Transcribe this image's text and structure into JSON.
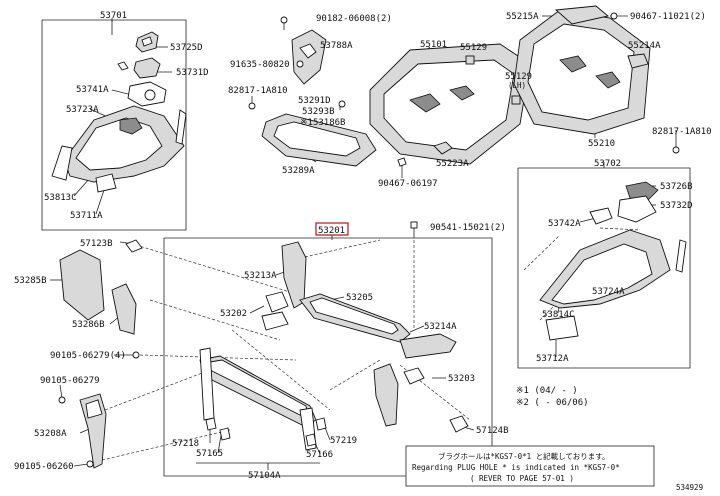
{
  "labels": {
    "l53701": "53701",
    "l53725D": "53725D",
    "l53731D": "53731D",
    "l53741A": "53741A",
    "l53723A": "53723A",
    "l53813C": "53813C",
    "l53711A": "53711A",
    "l90182": "90182-06008(2)",
    "l53788A": "53788A",
    "l91635": "91635-80820",
    "l82817a": "82817-1A810",
    "l53291D": "53291D",
    "l53293B": "53293B",
    "l53186B": "※153186B",
    "l53289A": "53289A",
    "l55101": "55101",
    "l55129a": "55129",
    "l55129b": "55129",
    "l55129b_sub": "(LH)",
    "l55223A": "55223A",
    "l90467a": "90467-06197",
    "l55215A": "55215A",
    "l90467b": "90467-11021(2)",
    "l55214A": "55214A",
    "l55210": "55210",
    "l82817b": "82817-1A810",
    "l53702": "53702",
    "l53726B": "53726B",
    "l53742A": "53742A",
    "l53732D": "53732D",
    "l53724A": "53724A",
    "l53814C": "53814C",
    "l53712A": "53712A",
    "l53201": "53201",
    "l90541": "90541-15021(2)",
    "l57123B": "57123B",
    "l53285B": "53285B",
    "l53286B": "53286B",
    "l90105a": "90105-06279(4)",
    "l90105b": "90105-06279",
    "l53208A": "53208A",
    "l90105c": "90105-06260",
    "l53213A": "53213A",
    "l53205": "53205",
    "l53202": "53202",
    "l53214A": "53214A",
    "l53203": "53203",
    "l57124B": "57124B",
    "l57218": "57218",
    "l57165": "57165",
    "l57219": "57219",
    "l57166": "57166",
    "l57104A": "57104A"
  },
  "notes": {
    "n1": "※1 (04/ -      )",
    "n2": "※2 (    - 06/06)"
  },
  "footnote": {
    "line1": "ブラグホールは*KGS7-0*1 と記載しております。",
    "line2": "Regarding PLUG HOLE   *  is indicated in *KGS7-0*",
    "line3": "(   REVER TO PAGE 57-01   )"
  },
  "page_code": "534929"
}
